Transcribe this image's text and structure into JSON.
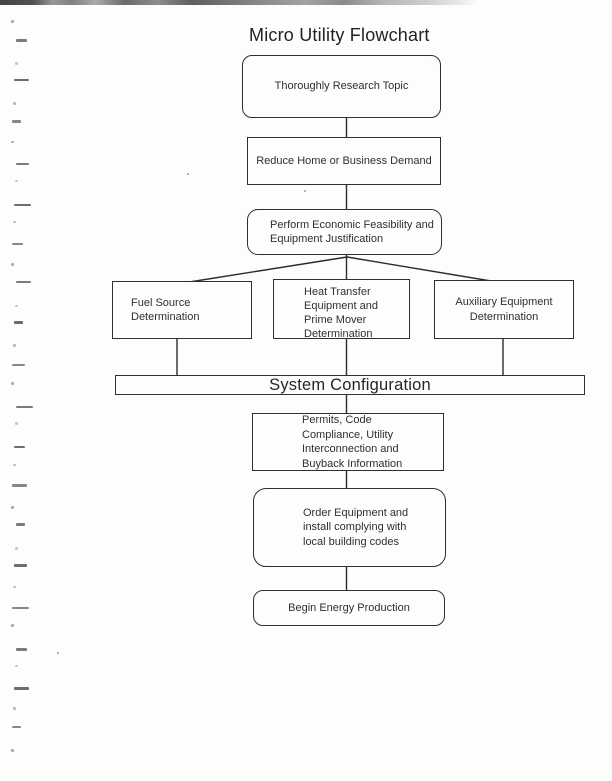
{
  "title": "Micro Utility Flowchart",
  "colors": {
    "ink": "#2f2f2f",
    "paper": "#fdfdfc"
  },
  "flowchart": {
    "nodes": {
      "research": {
        "label": "Thoroughly Research Topic",
        "shape": "rounded"
      },
      "reduce": {
        "label": "Reduce Home or Business Demand",
        "shape": "rectangle"
      },
      "feasibility": {
        "label": "Perform Economic Feasibility and\nEquipment Justification",
        "shape": "rounded"
      },
      "fuel": {
        "label": "Fuel Source\nDetermination",
        "shape": "rectangle"
      },
      "heat": {
        "label": "Heat Transfer\nEquipment and\nPrime Mover\nDetermination",
        "shape": "rectangle"
      },
      "auxiliary": {
        "label": "Auxiliary Equipment\nDetermination",
        "shape": "rectangle"
      },
      "system": {
        "label": "System Configuration",
        "shape": "wide-bar"
      },
      "permits": {
        "label": "Permits, Code\nCompliance, Utility\nInterconnection and\nBuyback Information",
        "shape": "rectangle"
      },
      "order": {
        "label": "Order Equipment and\ninstall complying with\nlocal building codes",
        "shape": "rounded"
      },
      "begin": {
        "label": "Begin Energy Production",
        "shape": "rounded"
      }
    },
    "edges": [
      {
        "from": "research",
        "to": "reduce"
      },
      {
        "from": "reduce",
        "to": "feasibility"
      },
      {
        "from": "feasibility",
        "to": "fuel"
      },
      {
        "from": "feasibility",
        "to": "heat"
      },
      {
        "from": "feasibility",
        "to": "auxiliary"
      },
      {
        "from": "fuel",
        "to": "system"
      },
      {
        "from": "heat",
        "to": "system"
      },
      {
        "from": "auxiliary",
        "to": "system"
      },
      {
        "from": "system",
        "to": "permits"
      },
      {
        "from": "permits",
        "to": "order"
      },
      {
        "from": "order",
        "to": "begin"
      }
    ]
  }
}
